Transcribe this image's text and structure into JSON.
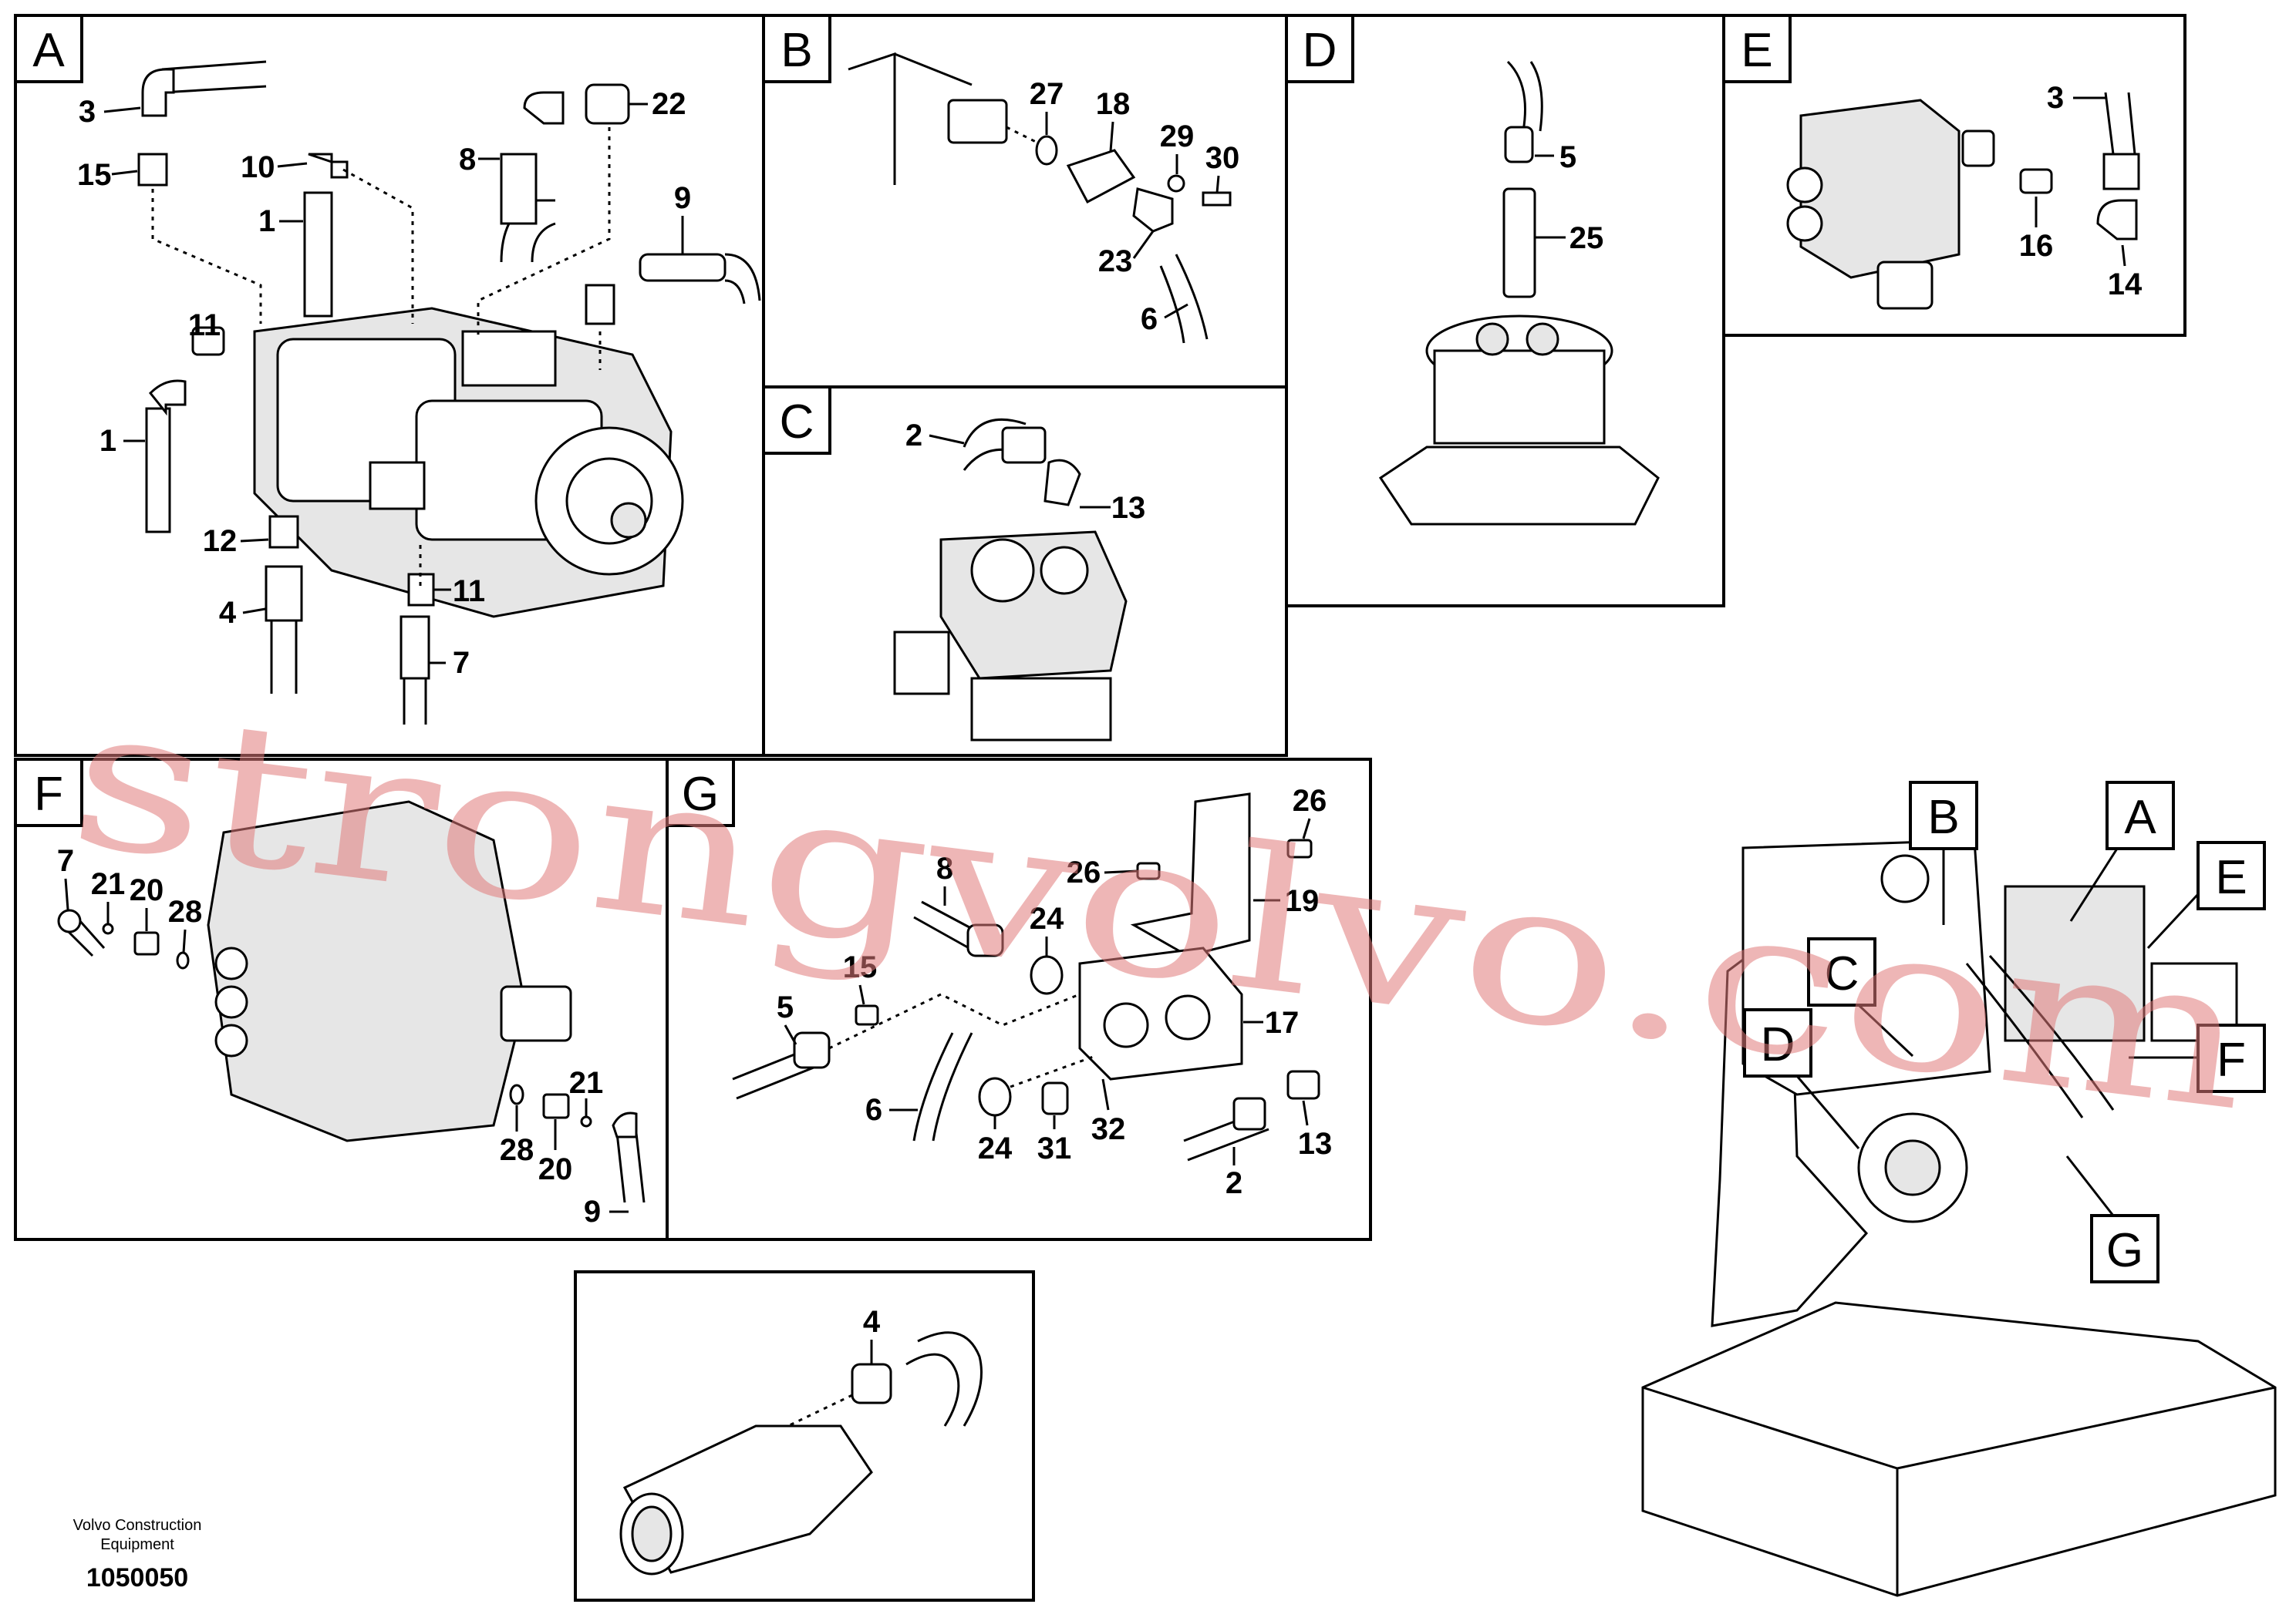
{
  "panels": [
    {
      "letter": "A",
      "parts": [
        "3",
        "22",
        "15",
        "10",
        "8",
        "9",
        "1",
        "11",
        "1",
        "12",
        "4",
        "11",
        "7"
      ]
    },
    {
      "letter": "B",
      "parts": [
        "27",
        "18",
        "29",
        "30",
        "23",
        "6"
      ]
    },
    {
      "letter": "C",
      "parts": [
        "2",
        "13"
      ]
    },
    {
      "letter": "D",
      "parts": [
        "5",
        "25"
      ]
    },
    {
      "letter": "E",
      "parts": [
        "3",
        "16",
        "14"
      ]
    },
    {
      "letter": "F",
      "parts": [
        "7",
        "21",
        "20",
        "28",
        "21",
        "28",
        "20",
        "9"
      ]
    },
    {
      "letter": "G",
      "parts": [
        "26",
        "8",
        "26",
        "19",
        "24",
        "15",
        "5",
        "17",
        "6",
        "24",
        "31",
        "32",
        "13",
        "2"
      ]
    },
    {
      "letter": "",
      "parts": [
        "4"
      ]
    }
  ],
  "overview_callouts": [
    "B",
    "A",
    "E",
    "C",
    "D",
    "F",
    "G"
  ],
  "footer": {
    "company_line1": "Volvo Construction",
    "company_line2": "Equipment",
    "drawing_number": "1050050"
  },
  "watermark": "strongvolvo.com"
}
